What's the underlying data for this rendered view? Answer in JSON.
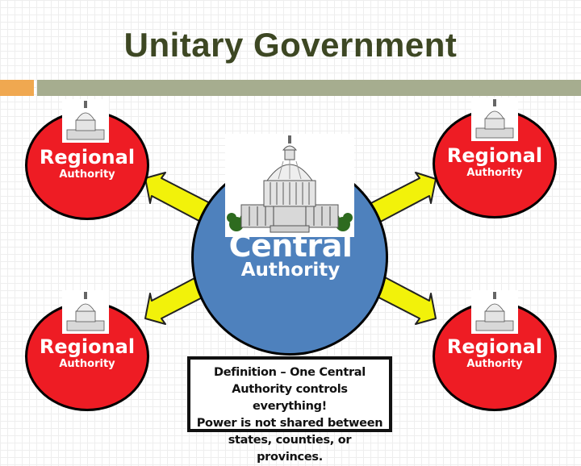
{
  "slide": {
    "title": "Unitary Government"
  },
  "central_authority": {
    "title": "Central",
    "subtitle": "Authority",
    "icon": "capitol-building-icon",
    "color": "#4e81bd"
  },
  "regional_authorities": [
    {
      "position": "top-left",
      "title": "Regional",
      "subtitle": "Authority",
      "icon": "capitol-building-icon"
    },
    {
      "position": "top-right",
      "title": "Regional",
      "subtitle": "Authority",
      "icon": "capitol-building-icon"
    },
    {
      "position": "bottom-left",
      "title": "Regional",
      "subtitle": "Authority",
      "icon": "capitol-building-icon"
    },
    {
      "position": "bottom-right",
      "title": "Regional",
      "subtitle": "Authority",
      "icon": "capitol-building-icon"
    }
  ],
  "regional_color": "#ee1c24",
  "arrow_color": "#f2f20a",
  "definition": {
    "lines": [
      "Definition – One Central",
      "Authority controls everything!",
      "Power is not shared between",
      "states, counties, or provinces."
    ]
  }
}
